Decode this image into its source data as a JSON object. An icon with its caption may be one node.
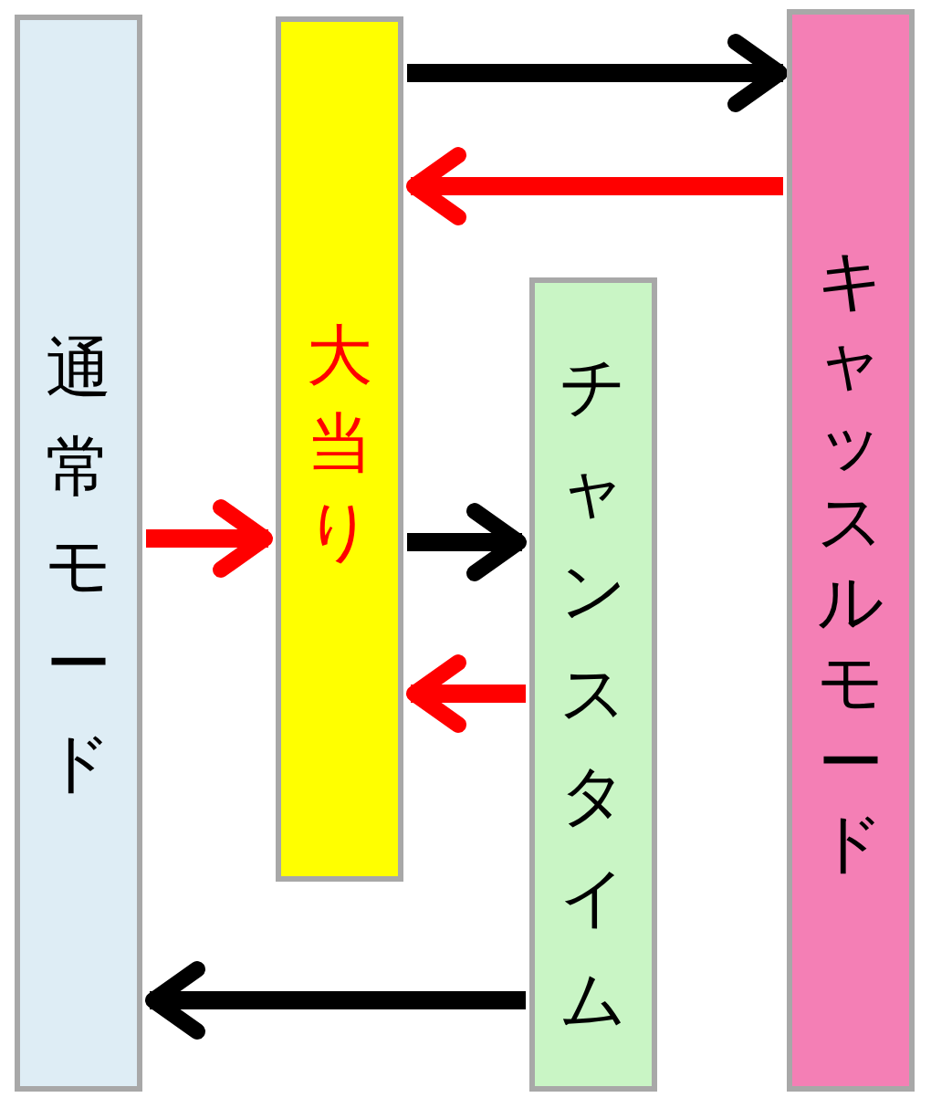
{
  "diagram": {
    "nodes": [
      {
        "text": [
          "通常モード"
        ]
      },
      {
        "text": [
          "大当り"
        ]
      },
      {
        "text": [
          "チャンスタイム"
        ]
      },
      {
        "text": [
          "キャッスルモード"
        ]
      }
    ],
    "edges": [
      {
        "from": 1,
        "to": 3,
        "arrow": "to"
      },
      {
        "from": 3,
        "to": 1,
        "arrow": "to",
        "color": "#ff0000"
      },
      {
        "from": 0,
        "to": 1,
        "arrow": "to",
        "color": "#ff0000"
      },
      {
        "from": 1,
        "to": 2,
        "arrow": "to"
      },
      {
        "from": 2,
        "to": 1,
        "arrow": "to",
        "color": "#ff0000"
      },
      {
        "from": 2,
        "to": 0,
        "arrow": "to"
      }
    ]
  }
}
